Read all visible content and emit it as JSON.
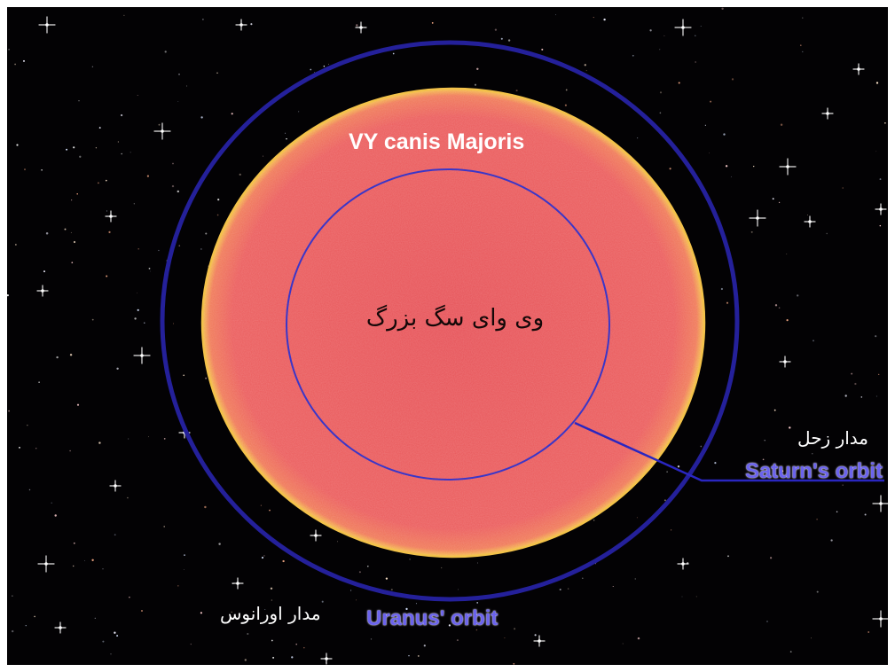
{
  "labels": {
    "star_name_en": "VY canis Majoris",
    "star_name_fa": "وی وای سگ بزرگ",
    "saturn_orbit_fa": "مدار زحل",
    "saturn_orbit_en": "Saturn's orbit",
    "uranus_orbit_fa": "مدار اورانوس",
    "uranus_orbit_en": "Uranus' orbit"
  },
  "colors": {
    "space": "#030204",
    "star_fill": "#e8555a",
    "star_rim": "#f2c24a",
    "orbit_line": "#24209a",
    "inner_orbit_line": "#3a36c8",
    "label_text": "#ffffff",
    "label_accent": "#6b63ee"
  }
}
